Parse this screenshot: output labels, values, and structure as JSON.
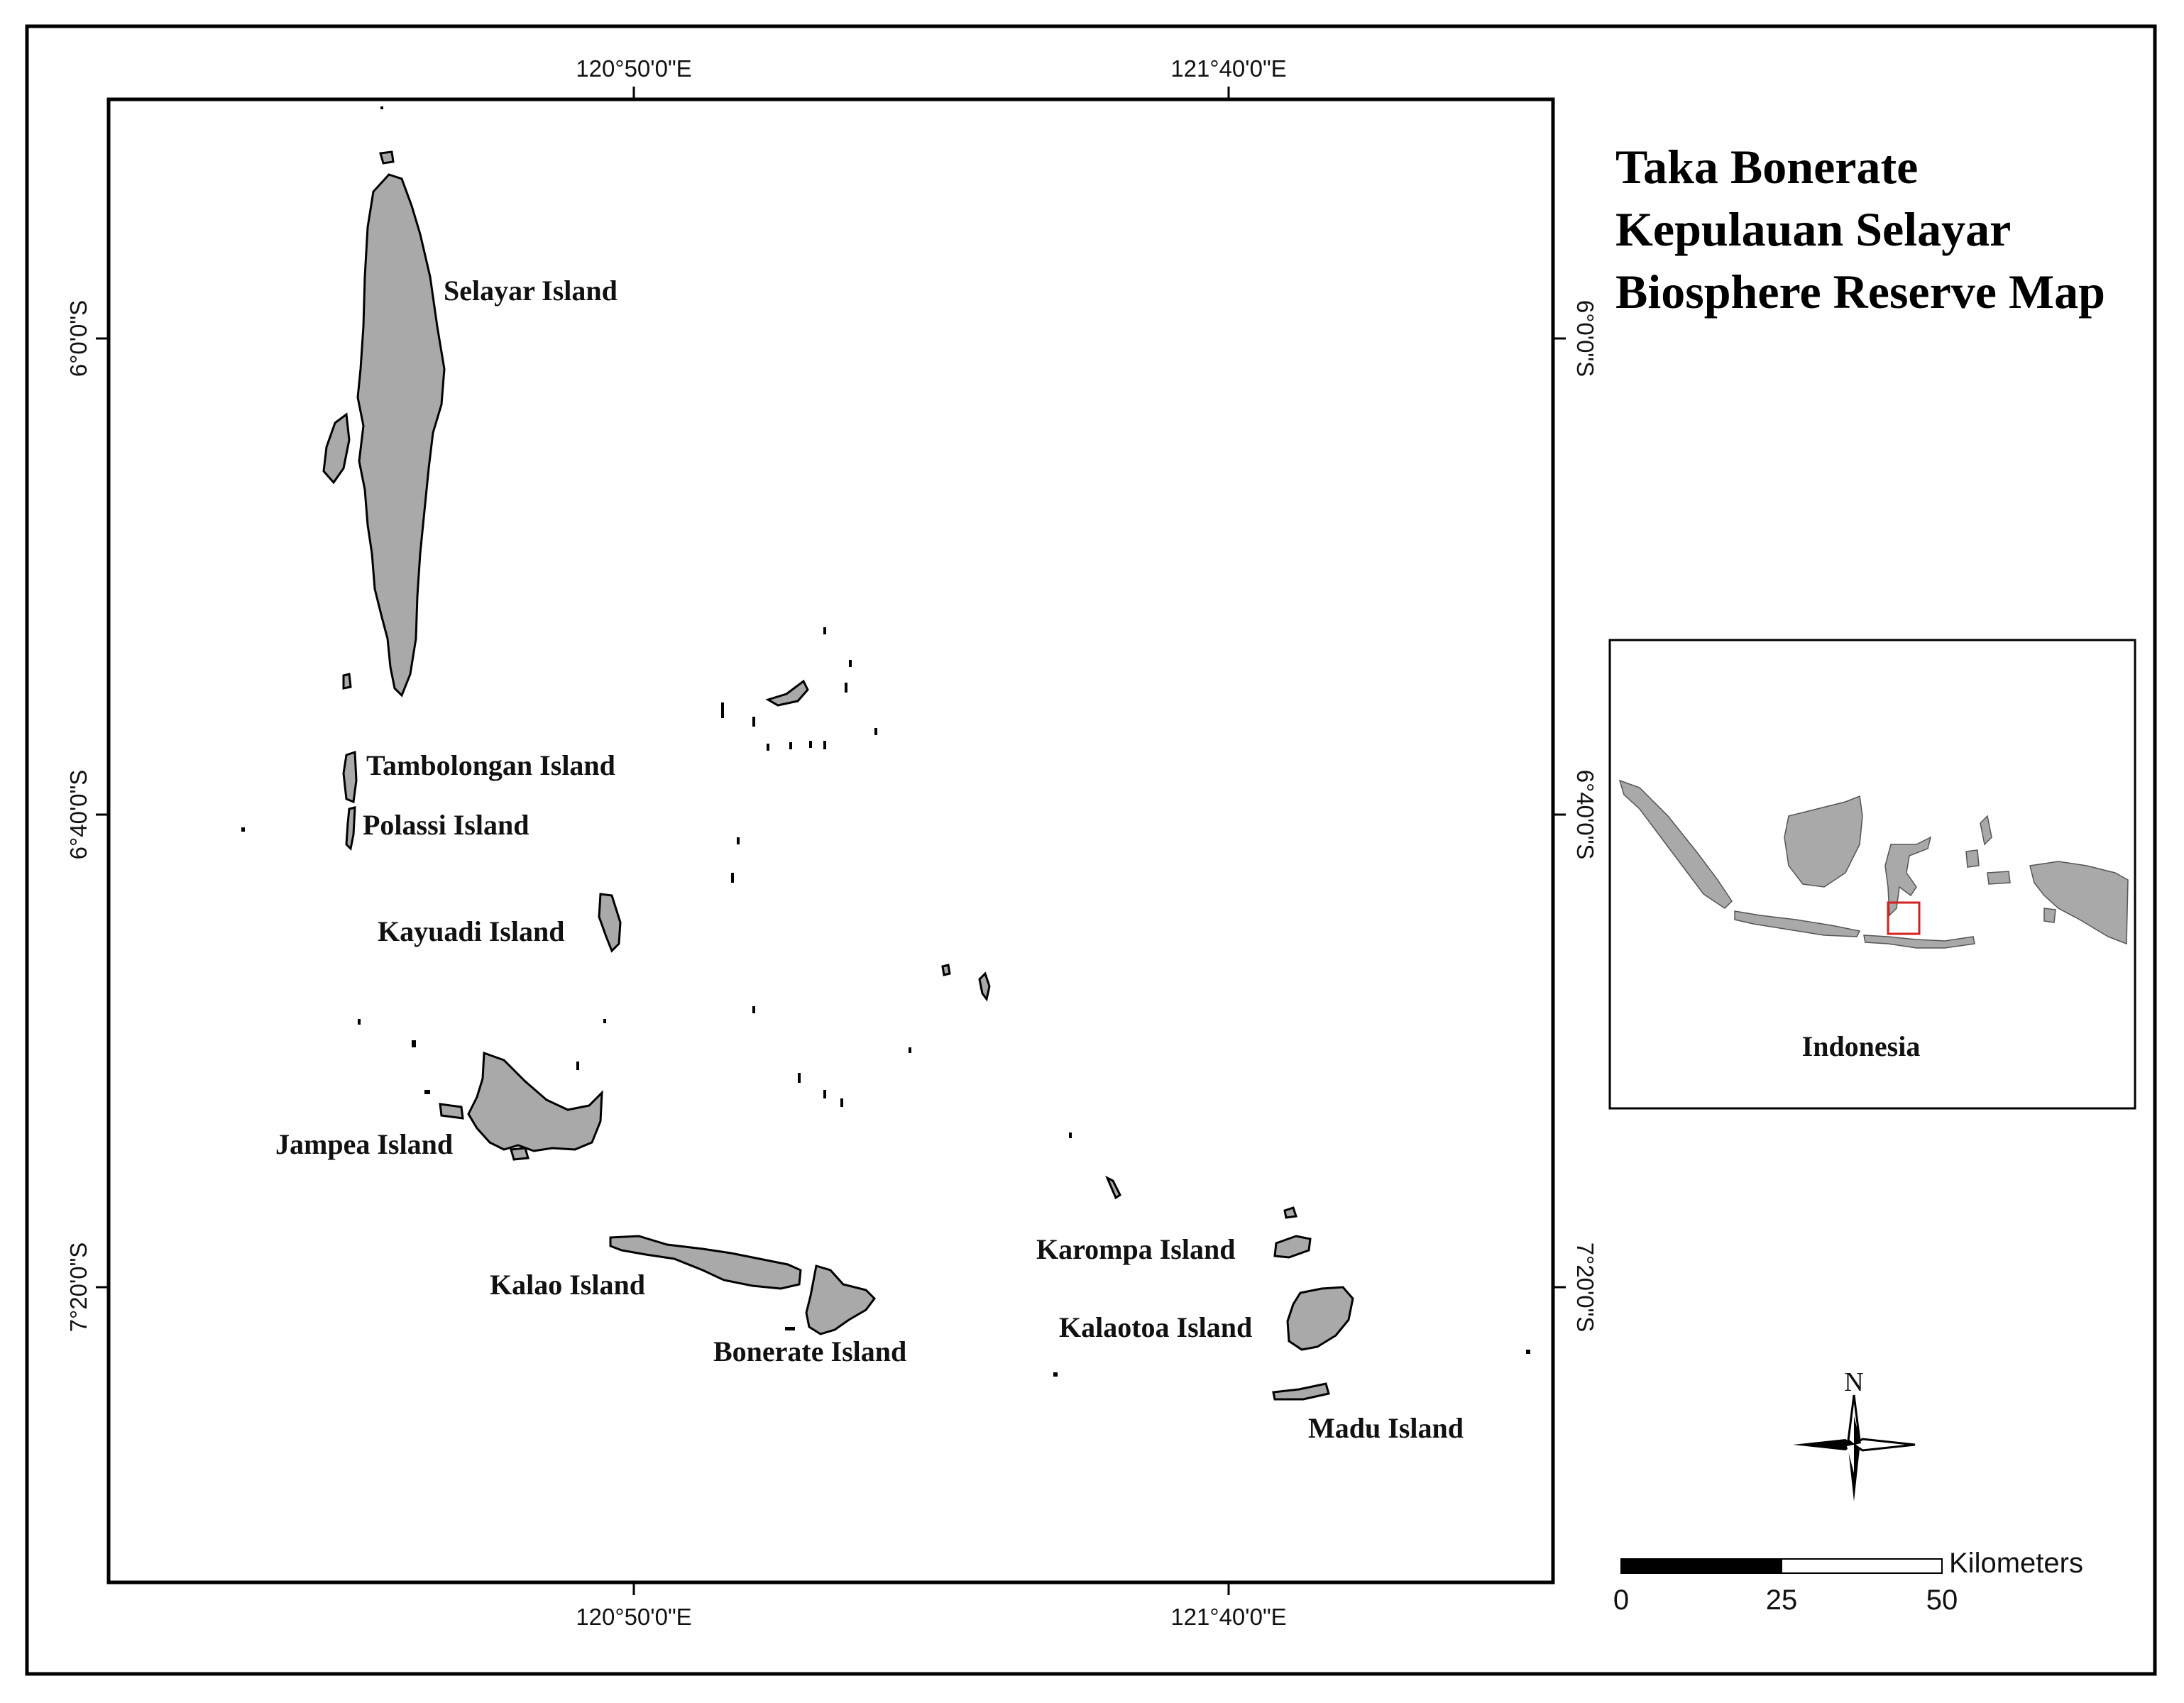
{
  "map": {
    "title_lines": [
      "Taka Bonerate",
      "Kepulauan Selayar",
      "Biosphere Reserve Map"
    ],
    "colors": {
      "land": "#a9a9a9",
      "frame": "#000000",
      "highlight_box": "#d42020",
      "background": "#ffffff"
    },
    "graticule": {
      "top": [
        "120°50'0\"E",
        "121°40'0\"E"
      ],
      "bottom": [
        "120°50'0\"E",
        "121°40'0\"E"
      ],
      "left": [
        "6°0'0\"S",
        "6°40'0\"S",
        "7°20'0\"S"
      ],
      "right": [
        "6°0'0\"S",
        "6°40'0\"S",
        "7°20'0\"S"
      ]
    },
    "islands": [
      {
        "label": "Selayar Island"
      },
      {
        "label": "Tambolongan Island"
      },
      {
        "label": "Polassi Island"
      },
      {
        "label": "Kayuadi Island"
      },
      {
        "label": "Jampea Island"
      },
      {
        "label": "Kalao Island"
      },
      {
        "label": "Bonerate Island"
      },
      {
        "label": "Karompa Island"
      },
      {
        "label": "Kalaotoa Island"
      },
      {
        "label": "Madu Island"
      }
    ],
    "inset": {
      "label": "Indonesia"
    },
    "north_arrow": {
      "label": "N",
      "icon": "compass-rose-icon"
    },
    "scale_bar": {
      "unit": "Kilometers",
      "ticks": [
        "0",
        "25",
        "50"
      ]
    }
  }
}
